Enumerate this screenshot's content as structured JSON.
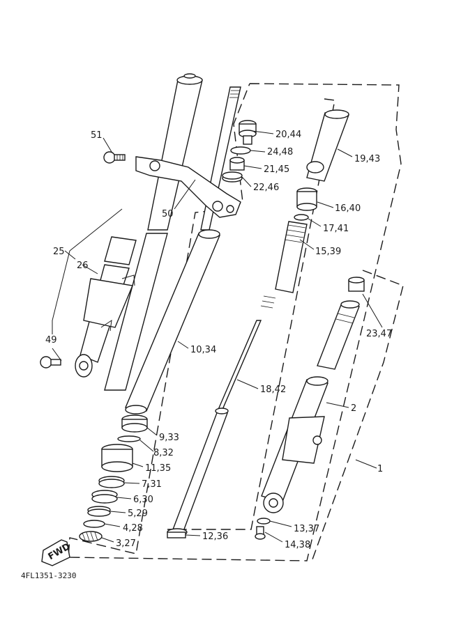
{
  "callouts": {
    "p51": "51",
    "p20_44": "20,44",
    "p24_48": "24,48",
    "p21_45": "21,45",
    "p22_46": "22,46",
    "p19_43": "19,43",
    "p50": "50",
    "p16_40": "16,40",
    "p17_41": "17,41",
    "p15_39": "15,39",
    "p25": "25",
    "p26": "26",
    "p23_47": "23,47",
    "p49": "49",
    "p10_34": "10,34",
    "p18_42": "18,42",
    "p2": "2",
    "p1": "1",
    "p9_33": "9,33",
    "p8_32": "8,32",
    "p11_35": "11,35",
    "p7_31": "7,31",
    "p6_30": "6,30",
    "p5_29": "5,29",
    "p4_28": "4,28",
    "p13_37": "13,37",
    "p3_27": "3,27",
    "p12_36": "12,36",
    "p14_38": "14,38"
  },
  "fwd_badge": "FWD",
  "diagram_code": "4FL1351-3230"
}
